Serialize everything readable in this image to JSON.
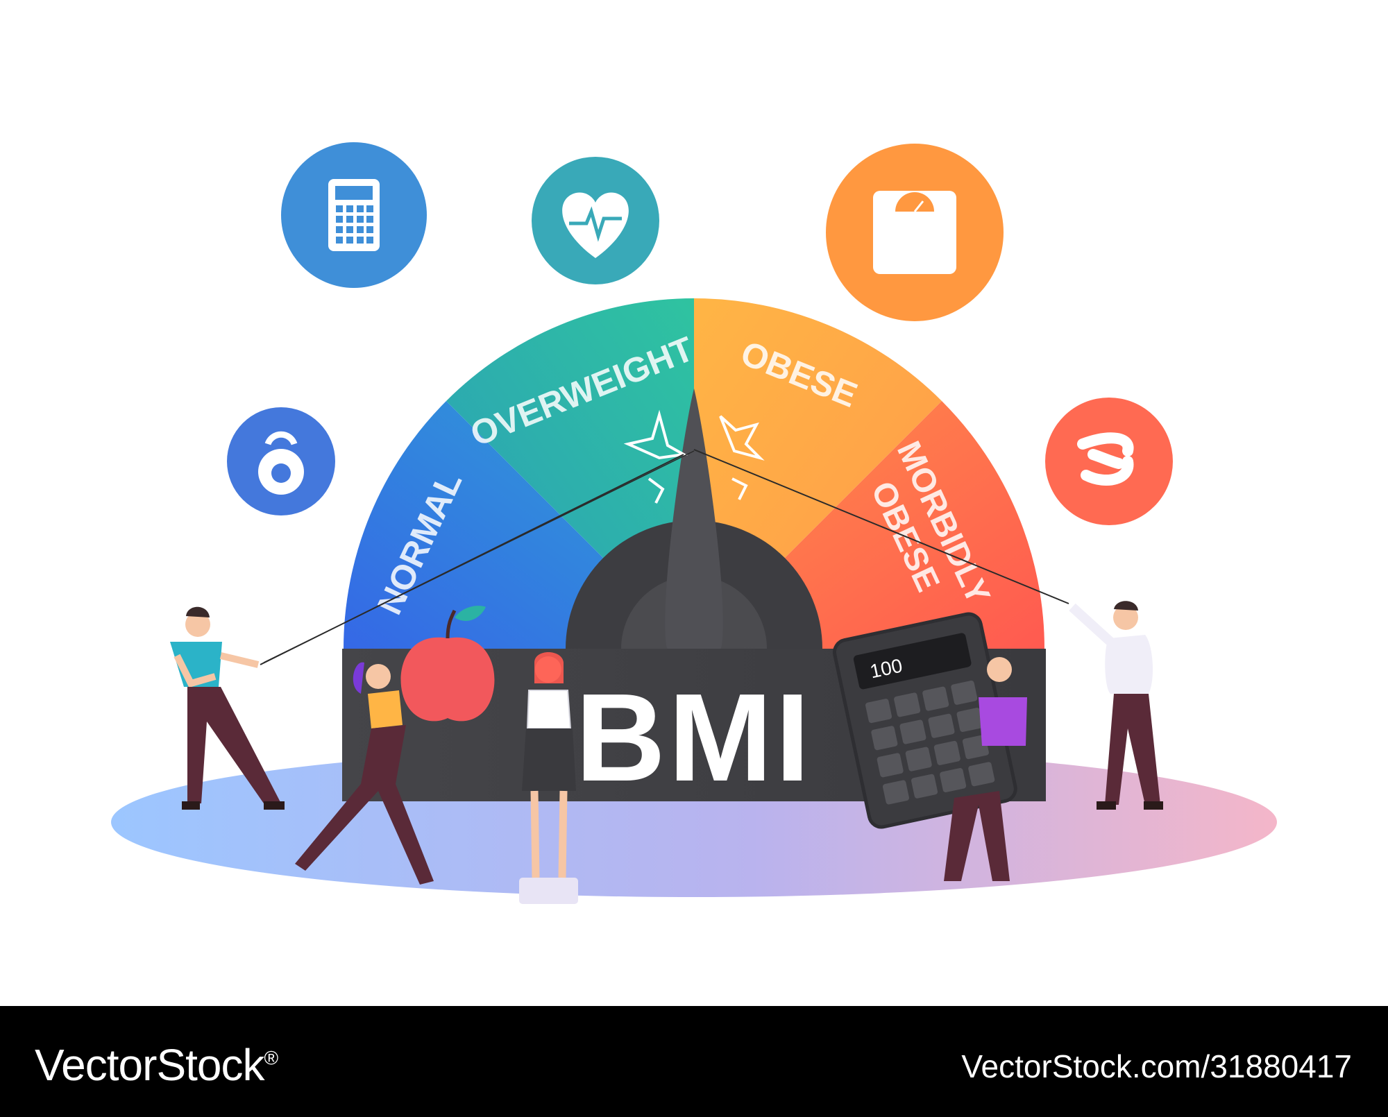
{
  "gauge": {
    "segments": [
      {
        "label": "NORMAL",
        "color": "#3a7be0"
      },
      {
        "label": "OVERWEIGHT",
        "color": "#2bb3a3"
      },
      {
        "label": "OBESE",
        "color": "#ffa84a"
      },
      {
        "label": "MORBIDLY",
        "label2": "OBESE",
        "color": "#ff6e4e"
      }
    ],
    "title": "BMI"
  },
  "calculator": {
    "display": "100"
  },
  "icons": [
    {
      "name": "calculator-icon",
      "color": "#3f8fd8"
    },
    {
      "name": "heart-rate-icon",
      "color": "#39a9b8"
    },
    {
      "name": "scale-icon",
      "color": "#ff9840"
    },
    {
      "name": "kettlebell-icon",
      "color": "#4478dc"
    },
    {
      "name": "tape-measure-icon",
      "color": "#ff6a52"
    }
  ],
  "footer": {
    "brand": "VectorStock",
    "brand_mark": "®",
    "url": "VectorStock.com/31880417"
  }
}
